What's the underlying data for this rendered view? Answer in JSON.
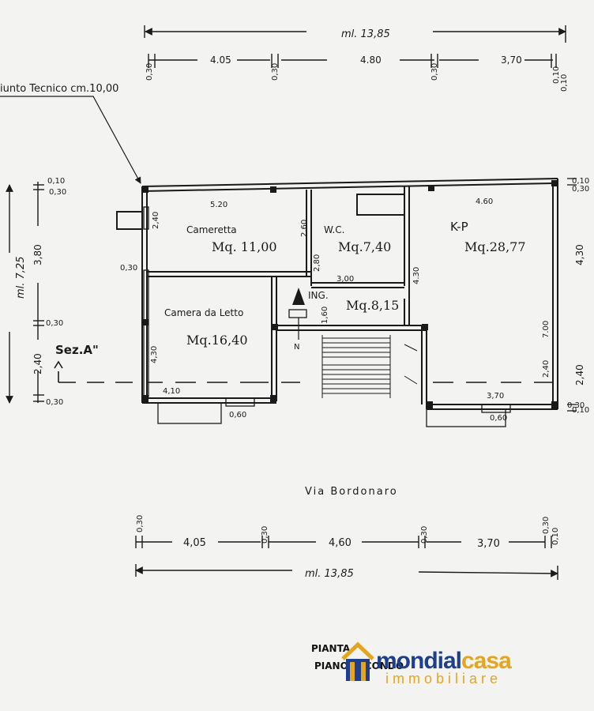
{
  "colors": {
    "ink": "#1a1a1a",
    "paper": "#f3f3f1",
    "logo_blue": "#1d3f8c",
    "logo_gold": "#e5a51e"
  },
  "top_dims": {
    "overall": "ml. 13,85",
    "seg_1": "4.05",
    "seg_2": "4.80",
    "seg_3": "3,70",
    "wall_1": "0,30",
    "wall_2": "0,30",
    "wall_3": "0,30",
    "wall_4": "0,10",
    "wall_5": "0,10"
  },
  "giunto_label": "iunto Tecnico cm.10,00",
  "left_dims": {
    "overall": "ml. 7,25",
    "seg_1": "3,80",
    "seg_2": "2,40",
    "wall_1": "0,10",
    "wall_2": "0,30",
    "wall_3": "0,30",
    "wall_4": "0,30"
  },
  "section_label": "Sez.A\"",
  "rooms": {
    "cameretta": {
      "name": "Cameretta",
      "area": "Mq. 11,00",
      "width": "5.20",
      "height": "2,40",
      "extra": "0,30"
    },
    "wc": {
      "name": "W.C.",
      "area": "Mq.7,40",
      "side_a": "2,60",
      "side_b": "2,80",
      "side_c": "3,00"
    },
    "kp": {
      "name": "K-P",
      "area": "Mq.28,77",
      "width": "4.60",
      "height": "4.30",
      "side": "7.00",
      "lower": "2,40",
      "window": "3,70",
      "sill": "0,60"
    },
    "camera": {
      "name": "Camera da Letto",
      "area": "Mq.16,40",
      "width": "4,10",
      "height": "4,30",
      "sill": "0,60"
    },
    "ing": {
      "name": "ING.",
      "area": "Mq.8,15",
      "depth": "1,60",
      "other": "4,30",
      "north": "N"
    }
  },
  "right_dims": {
    "top": "0,10",
    "top2": "0,30",
    "main": "4,30",
    "lower": "2,40",
    "bottom": "0,30",
    "outer": "0,10"
  },
  "street_label": "Via Bordonaro",
  "bottom_dims": {
    "overall": "ml. 13,85",
    "seg_1": "4,05",
    "seg_2": "4,60",
    "seg_3": "3,70",
    "wall_1": "0,30",
    "wall_2": "0,30",
    "wall_3": "0,30",
    "wall_4": "0,30",
    "wall_5": "0,10"
  },
  "plan_title": "PIANTA",
  "plan_subtitle": "PIANO SECONDO",
  "logo": {
    "brand_a": "mondial",
    "brand_b": "casa",
    "tagline": "immobiliare",
    "icon": "house-icon"
  }
}
